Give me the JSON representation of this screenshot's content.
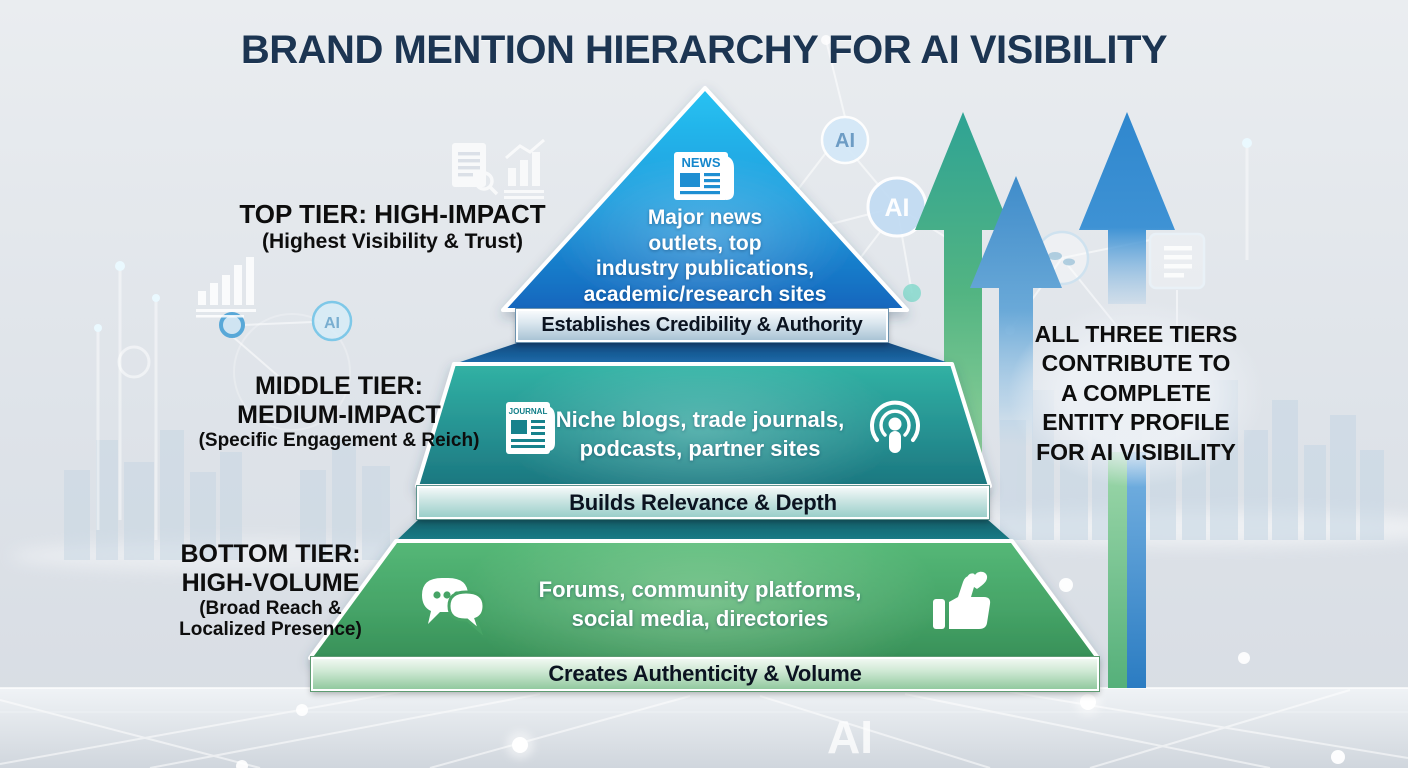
{
  "title": "BRAND MENTION HIERARCHY FOR AI VISIBILITY",
  "tiers": [
    {
      "name": "top",
      "label_lines": [
        "TOP TIER: HIGH-IMPACT",
        "(Highest Visibility & Trust)"
      ],
      "content_lines": [
        "Major news",
        "outlets, top",
        "industry publications,",
        "academic/research sites"
      ],
      "banner": "Establishes Credibility & Authority",
      "icon": "news-newspaper-icon",
      "icon_label": "NEWS",
      "colors": {
        "gradient_start": "#27c2f2",
        "gradient_end": "#1566bd"
      }
    },
    {
      "name": "middle",
      "label_lines": [
        "MIDDLE TIER:",
        "MEDIUM-IMPACT",
        "(Specific Engagement & Reich)"
      ],
      "content_lines": [
        "Niche blogs, trade journals,",
        "podcasts, partner sites"
      ],
      "banner": "Builds Relevance & Depth",
      "icon": "journal-icon / podcast-icon",
      "icon_label": "JOURNAL",
      "colors": {
        "gradient_start": "#31b2a4",
        "gradient_end": "#1b7780"
      }
    },
    {
      "name": "bottom",
      "label_lines": [
        "BOTTOM TIER:",
        "HIGH-VOLUME",
        "(Broad Reach &",
        "Localized Presence)"
      ],
      "content_lines": [
        "Forums, community platforms,",
        "social media, directories"
      ],
      "banner": "Creates Authenticity & Volume",
      "icon": "chat-bubbles-icon / thumbs-up-icon",
      "colors": {
        "gradient_start": "#55b877",
        "gradient_end": "#389158"
      }
    }
  ],
  "right_note_lines": [
    "ALL THREE TIERS",
    "CONTRIBUTE TO",
    "A COMPLETE",
    "ENTITY PROFILE",
    "FOR AI VISIBILITY"
  ],
  "background": {
    "ai_label": "AI",
    "watermark": "AI"
  },
  "palette": {
    "title_text": "#1c3552",
    "label_text": "#0d0d0d",
    "banner_text": "#0b1320",
    "arrow_green": "#52b482",
    "arrow_blue": "#2f87ce",
    "background_top": "#e9ecef",
    "background_bottom": "#d7dce3"
  }
}
